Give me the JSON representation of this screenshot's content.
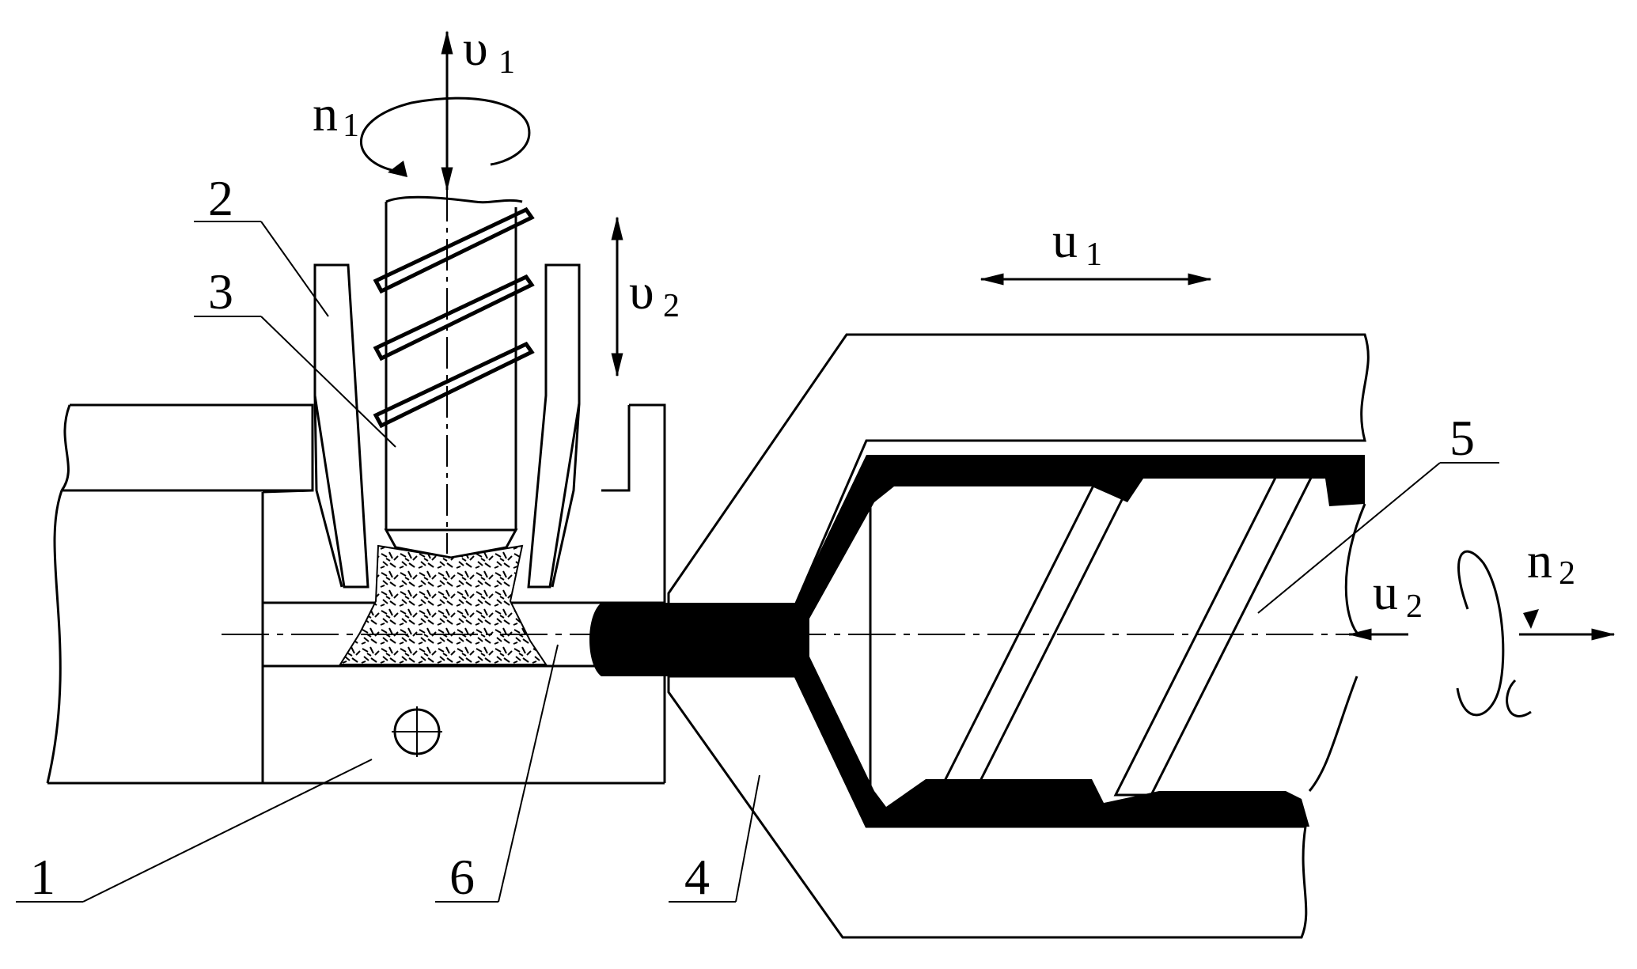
{
  "labels": {
    "part_1": "1",
    "part_2": "2",
    "part_3": "3",
    "part_4": "4",
    "part_5": "5",
    "part_6": "6"
  },
  "motions": {
    "v1": {
      "main": "υ",
      "sub": "1"
    },
    "v2": {
      "main": "υ",
      "sub": "2"
    },
    "n1": {
      "main": "n",
      "sub": "1"
    },
    "n2": {
      "main": "n",
      "sub": "2"
    },
    "u1": {
      "main": "u",
      "sub": "1"
    },
    "u2": {
      "main": "u",
      "sub": "2"
    }
  },
  "colors": {
    "ink": "#000000",
    "background": "#ffffff"
  }
}
